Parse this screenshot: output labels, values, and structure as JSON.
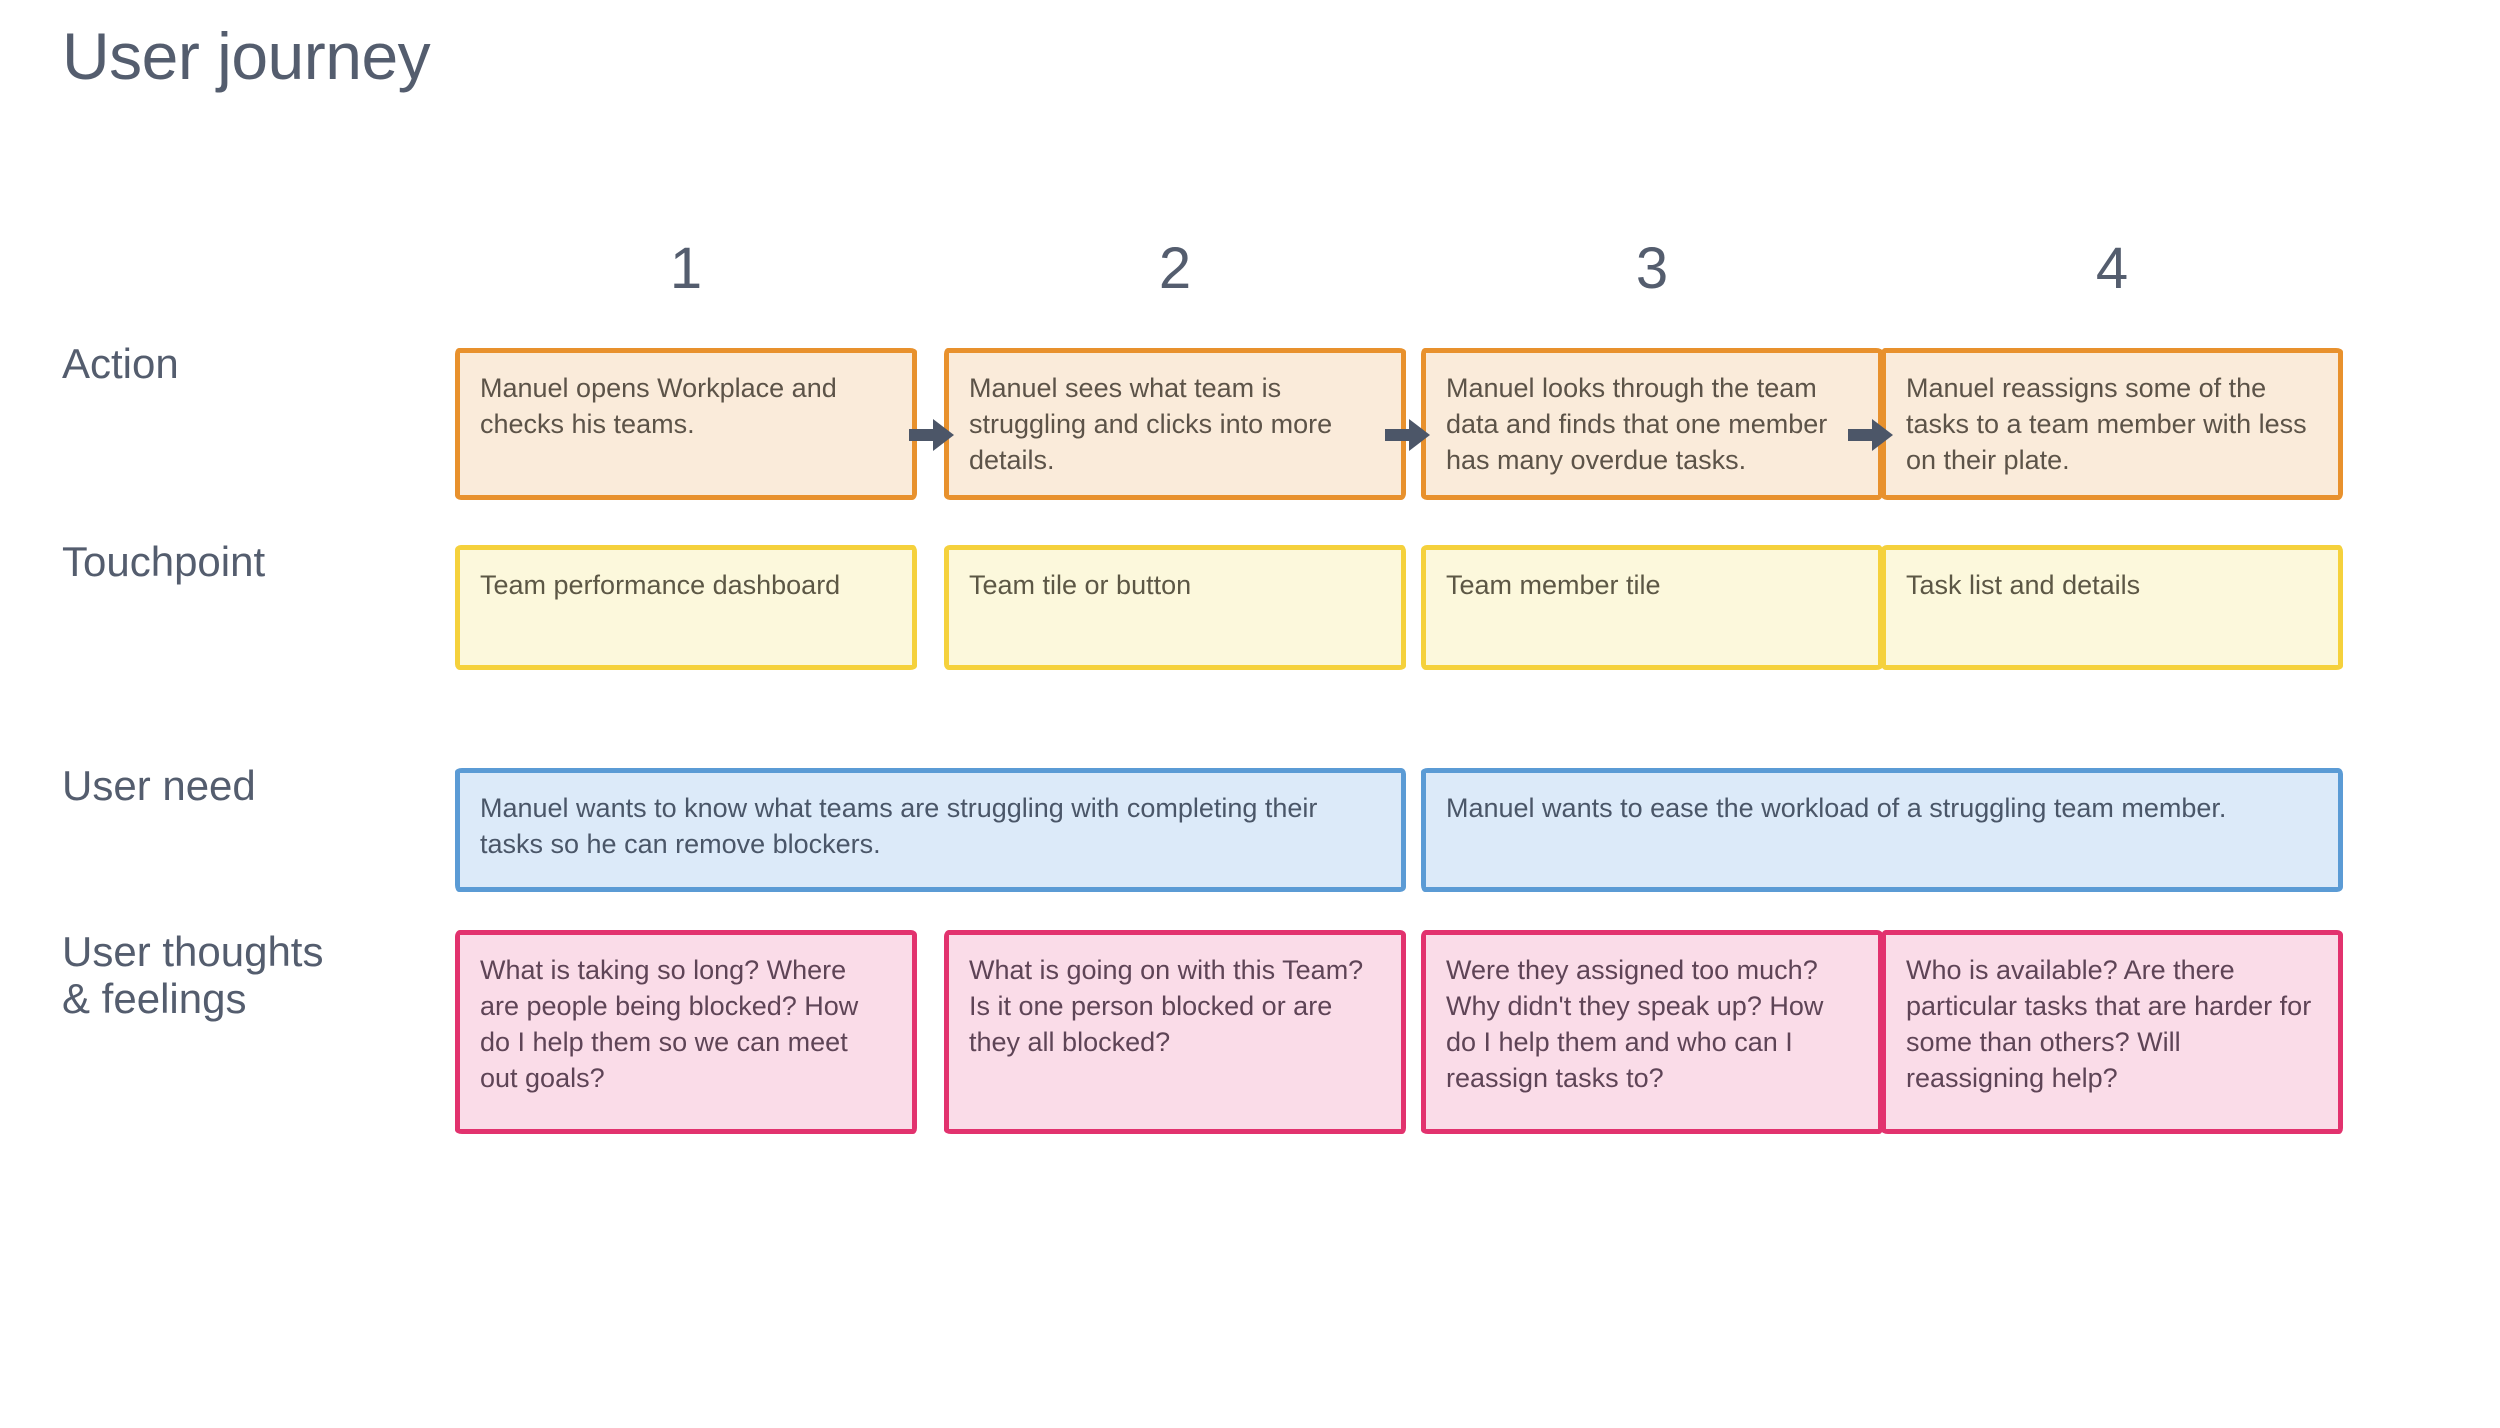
{
  "title": "User journey",
  "colors": {
    "text": "#545d6e",
    "action_border": "#e8912d",
    "action_fill": "#faebda",
    "touchpoint_border": "#f5d13c",
    "touchpoint_fill": "#fcf8dc",
    "userneed_border": "#5b9bd5",
    "userneed_fill": "#dceaf9",
    "thoughts_border": "#e2326e",
    "thoughts_fill": "#fadce8",
    "arrow": "#4c5668"
  },
  "steps": [
    {
      "number": "1"
    },
    {
      "number": "2"
    },
    {
      "number": "3"
    },
    {
      "number": "4"
    }
  ],
  "rows": {
    "action": {
      "label": "Action",
      "cards": [
        {
          "text": "Manuel opens Workplace and checks his teams."
        },
        {
          "text": "Manuel sees what team is struggling and clicks into more details."
        },
        {
          "text": "Manuel looks through the team data and finds that one member has many overdue tasks."
        },
        {
          "text": "Manuel reassigns some of the tasks to a team member with less on their plate."
        }
      ]
    },
    "touchpoint": {
      "label": "Touchpoint",
      "cards": [
        {
          "text": "Team performance dashboard"
        },
        {
          "text": "Team tile or button"
        },
        {
          "text": "Team member tile"
        },
        {
          "text": "Task list and details"
        }
      ]
    },
    "userneed": {
      "label": "User need",
      "cards": [
        {
          "text": "Manuel wants to know what teams are struggling with completing their tasks so he can remove blockers."
        },
        {
          "text": "Manuel wants to ease the workload of a struggling team member."
        }
      ]
    },
    "thoughts": {
      "label": "User thoughts\n& feelings",
      "cards": [
        {
          "text": "What is taking so long? Where are people being blocked? How do I help them so we can meet out goals?"
        },
        {
          "text": "What is going on with this Team? Is it one person blocked or are they all blocked?"
        },
        {
          "text": "Were they assigned too much? Why didn't they speak up? How do I help them and who can I reassign tasks to?"
        },
        {
          "text": "Who is available? Are there particular tasks that are harder for some than others? Will reassigning help?"
        }
      ]
    }
  }
}
